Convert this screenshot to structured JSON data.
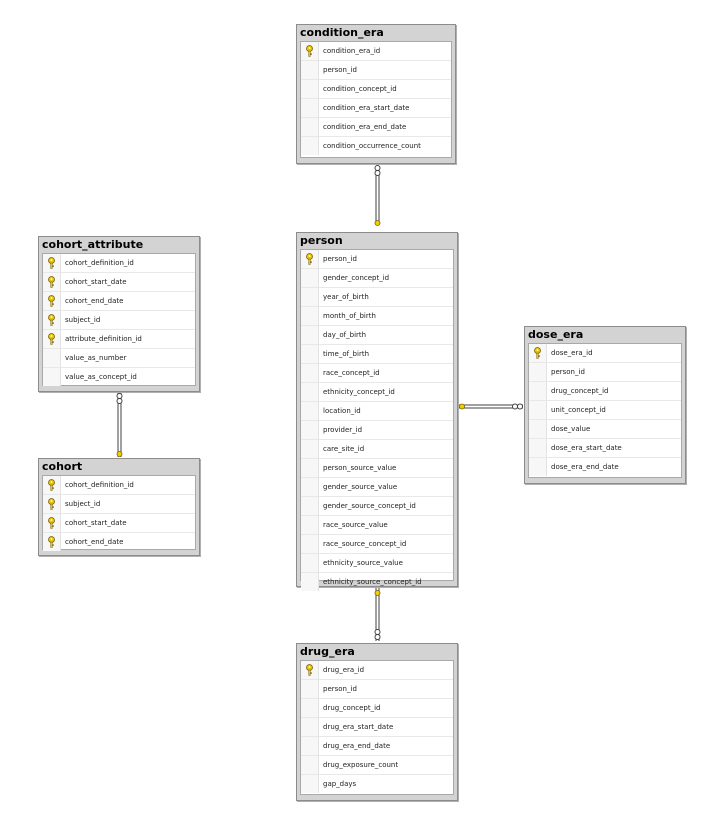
{
  "tables": [
    {
      "id": "condition_era",
      "name": "condition_era",
      "columns": [
        {
          "name": "condition_era_id",
          "key": true
        },
        {
          "name": "person_id",
          "key": false
        },
        {
          "name": "condition_concept_id",
          "key": false
        },
        {
          "name": "condition_era_start_date",
          "key": false
        },
        {
          "name": "condition_era_end_date",
          "key": false
        },
        {
          "name": "condition_occurrence_count",
          "key": false
        }
      ]
    },
    {
      "id": "cohort_attribute",
      "name": "cohort_attribute",
      "columns": [
        {
          "name": "cohort_definition_id",
          "key": true
        },
        {
          "name": "cohort_start_date",
          "key": true
        },
        {
          "name": "cohort_end_date",
          "key": true
        },
        {
          "name": "subject_id",
          "key": true
        },
        {
          "name": "attribute_definition_id",
          "key": true
        },
        {
          "name": "value_as_number",
          "key": false
        },
        {
          "name": "value_as_concept_id",
          "key": false
        }
      ]
    },
    {
      "id": "person",
      "name": "person",
      "columns": [
        {
          "name": "person_id",
          "key": true
        },
        {
          "name": "gender_concept_id",
          "key": false
        },
        {
          "name": "year_of_birth",
          "key": false
        },
        {
          "name": "month_of_birth",
          "key": false
        },
        {
          "name": "day_of_birth",
          "key": false
        },
        {
          "name": "time_of_birth",
          "key": false
        },
        {
          "name": "race_concept_id",
          "key": false
        },
        {
          "name": "ethnicity_concept_id",
          "key": false
        },
        {
          "name": "location_id",
          "key": false
        },
        {
          "name": "provider_id",
          "key": false
        },
        {
          "name": "care_site_id",
          "key": false
        },
        {
          "name": "person_source_value",
          "key": false
        },
        {
          "name": "gender_source_value",
          "key": false
        },
        {
          "name": "gender_source_concept_id",
          "key": false
        },
        {
          "name": "race_source_value",
          "key": false
        },
        {
          "name": "race_source_concept_id",
          "key": false
        },
        {
          "name": "ethnicity_source_value",
          "key": false
        },
        {
          "name": "ethnicity_source_concept_id",
          "key": false
        }
      ]
    },
    {
      "id": "dose_era",
      "name": "dose_era",
      "columns": [
        {
          "name": "dose_era_id",
          "key": true
        },
        {
          "name": "person_id",
          "key": false
        },
        {
          "name": "drug_concept_id",
          "key": false
        },
        {
          "name": "unit_concept_id",
          "key": false
        },
        {
          "name": "dose_value",
          "key": false
        },
        {
          "name": "dose_era_start_date",
          "key": false
        },
        {
          "name": "dose_era_end_date",
          "key": false
        }
      ]
    },
    {
      "id": "cohort",
      "name": "cohort",
      "columns": [
        {
          "name": "cohort_definition_id",
          "key": true
        },
        {
          "name": "subject_id",
          "key": true
        },
        {
          "name": "cohort_start_date",
          "key": true
        },
        {
          "name": "cohort_end_date",
          "key": true
        }
      ]
    },
    {
      "id": "drug_era",
      "name": "drug_era",
      "columns": [
        {
          "name": "drug_era_id",
          "key": true
        },
        {
          "name": "person_id",
          "key": false
        },
        {
          "name": "drug_concept_id",
          "key": false
        },
        {
          "name": "drug_era_start_date",
          "key": false
        },
        {
          "name": "drug_era_end_date",
          "key": false
        },
        {
          "name": "drug_exposure_count",
          "key": false
        },
        {
          "name": "gap_days",
          "key": false
        }
      ]
    }
  ],
  "relationships": [
    {
      "from": "condition_era",
      "to": "person"
    },
    {
      "from": "drug_era",
      "to": "person"
    },
    {
      "from": "dose_era",
      "to": "person"
    },
    {
      "from": "cohort_attribute",
      "to": "cohort"
    }
  ],
  "colors": {
    "table_frame": "#d3d3d3",
    "key_icon": "#e8c400",
    "line": "#404040"
  }
}
